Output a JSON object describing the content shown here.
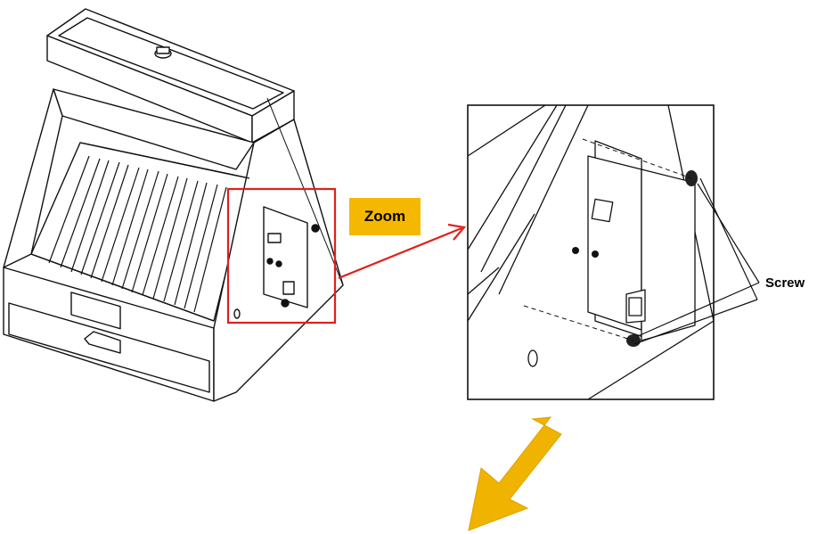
{
  "labels": {
    "zoom": "Zoom",
    "screw": "Screw"
  },
  "colors": {
    "zoom_badge": "#f5b800",
    "callout_box": "#e0201c",
    "down_arrow": "#f0b400",
    "line": "#111111"
  },
  "icons": {
    "machine": "coin-sorter-machine-drawing",
    "panel": "control-panel-module",
    "screws": "thumb-screw-icon"
  }
}
